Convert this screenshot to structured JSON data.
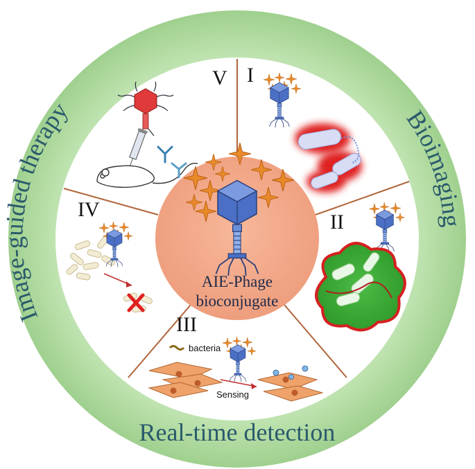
{
  "ring_labels": {
    "left": "Image-guided therapy",
    "right": "Bioimaging",
    "bottom": "Real-time detection"
  },
  "center": {
    "line1": "AIE-Phage",
    "line2": "bioconjugate"
  },
  "sectors": [
    {
      "id": "I",
      "numeral": "I"
    },
    {
      "id": "II",
      "numeral": "II"
    },
    {
      "id": "III",
      "numeral": "III"
    },
    {
      "id": "IV",
      "numeral": "IV"
    },
    {
      "id": "V",
      "numeral": "V"
    }
  ],
  "sector_III_labels": {
    "bacteria": "bacteria",
    "sensing": "Sensing"
  },
  "colors": {
    "outer_ring": "#a8d79a",
    "center_disc": "#f3a98a",
    "divider": "#b0653a",
    "phage_head": "#3f63b5",
    "aie_star": "#e88a2a",
    "red_glow": "#d42020",
    "green_blob": "#3fa83a"
  }
}
